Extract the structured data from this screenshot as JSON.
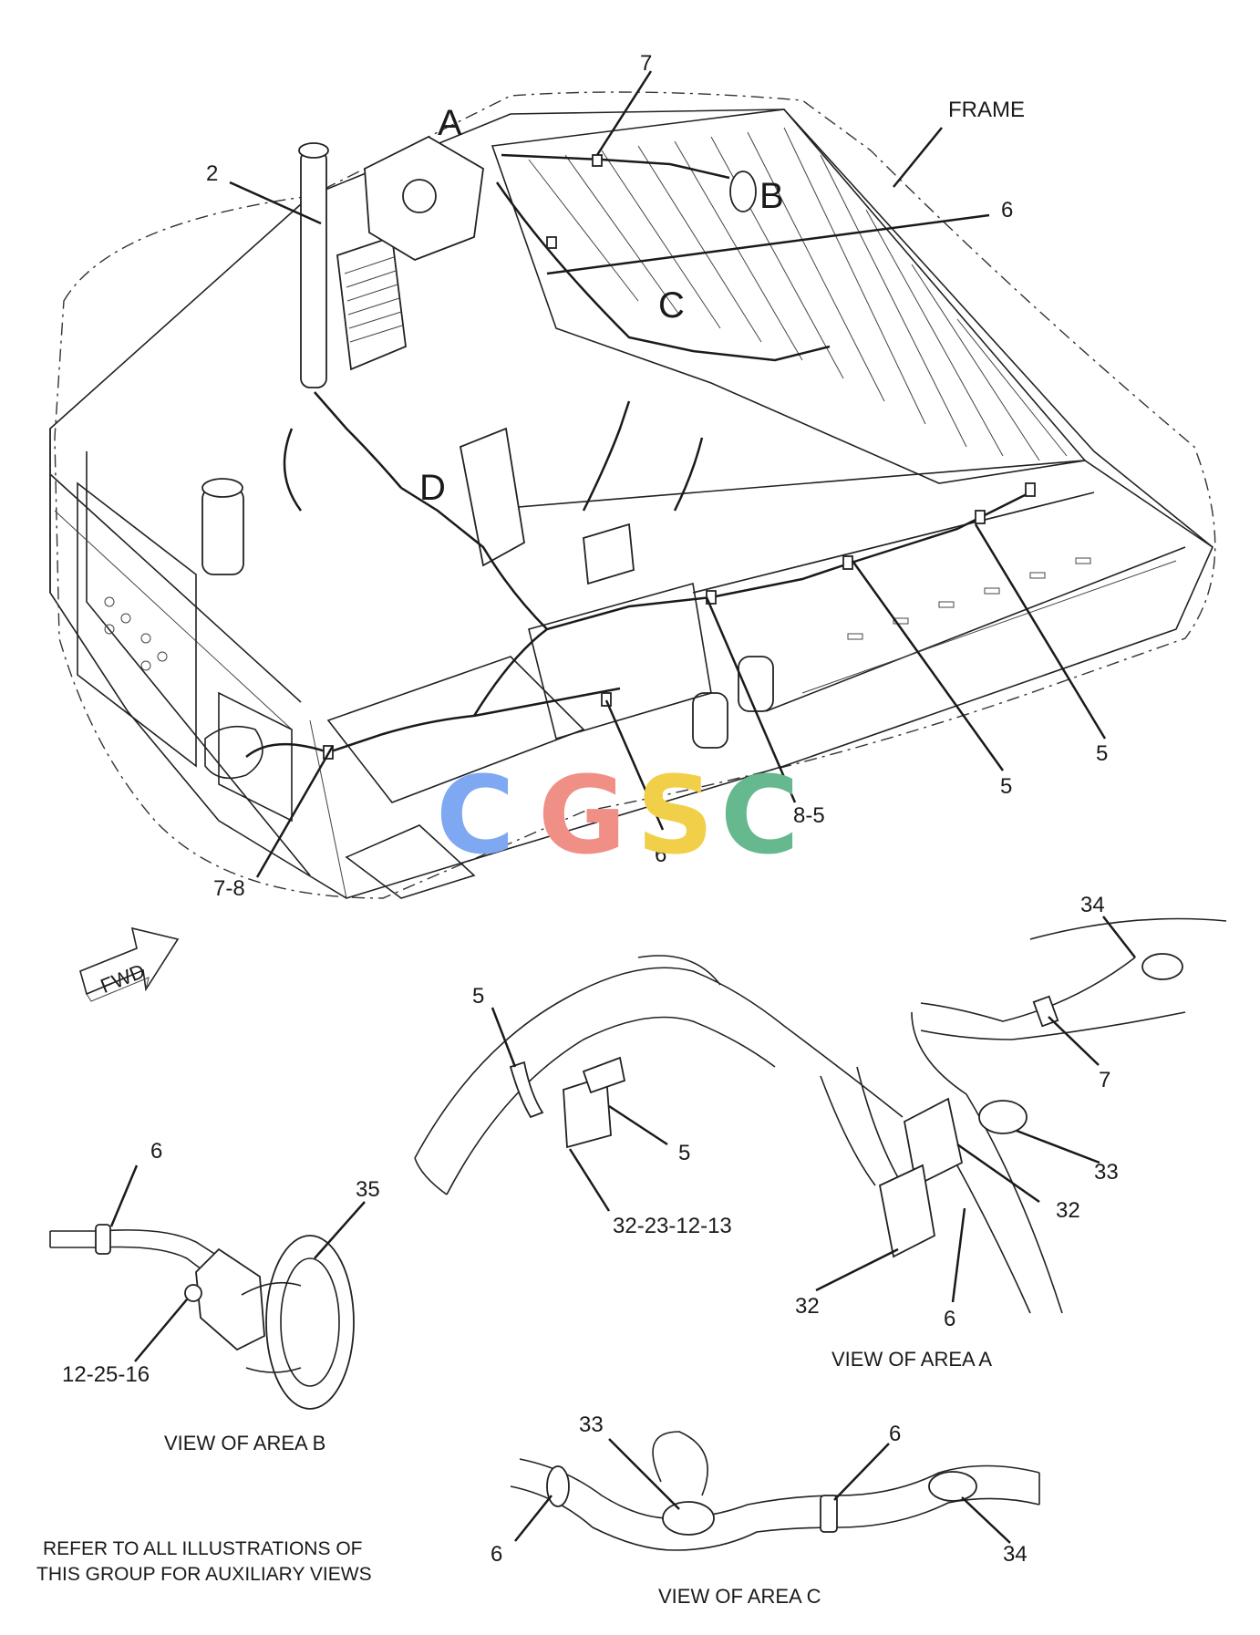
{
  "labels": {
    "frame": "FRAME",
    "c2": "2",
    "c7_top": "7",
    "c6_top": "6",
    "area_a": "A",
    "area_b": "B",
    "area_c": "C",
    "area_d": "D",
    "c5_a": "5",
    "c5_b": "5",
    "c8_5": "8-5",
    "c6_mid": "6",
    "c7_8": "7-8",
    "fwd": "FWD"
  },
  "watermark": {
    "letters": [
      "C",
      "G",
      "S",
      "C"
    ],
    "colors": [
      "#7ea8f2",
      "#f08f86",
      "#f2cf49",
      "#66b88e"
    ]
  },
  "view_a": {
    "caption": "VIEW OF AREA A",
    "c34": "34",
    "c5_left": "5",
    "c7": "7",
    "c5_mid": "5",
    "c33": "33",
    "c32_right": "32",
    "c32_23_12_13": "32-23-12-13",
    "c32_bottom": "32",
    "c6": "6"
  },
  "view_b": {
    "caption": "VIEW OF AREA  B",
    "c6": "6",
    "c35": "35",
    "c12_25_16": "12-25-16"
  },
  "view_c": {
    "caption": "VIEW OF AREA C",
    "c33": "33",
    "c6_top": "6",
    "c6_left": "6",
    "c34": "34"
  },
  "note": {
    "line1": "REFER TO ALL ILLUSTRATIONS OF",
    "line2": "THIS GROUP FOR AUXILIARY VIEWS"
  }
}
